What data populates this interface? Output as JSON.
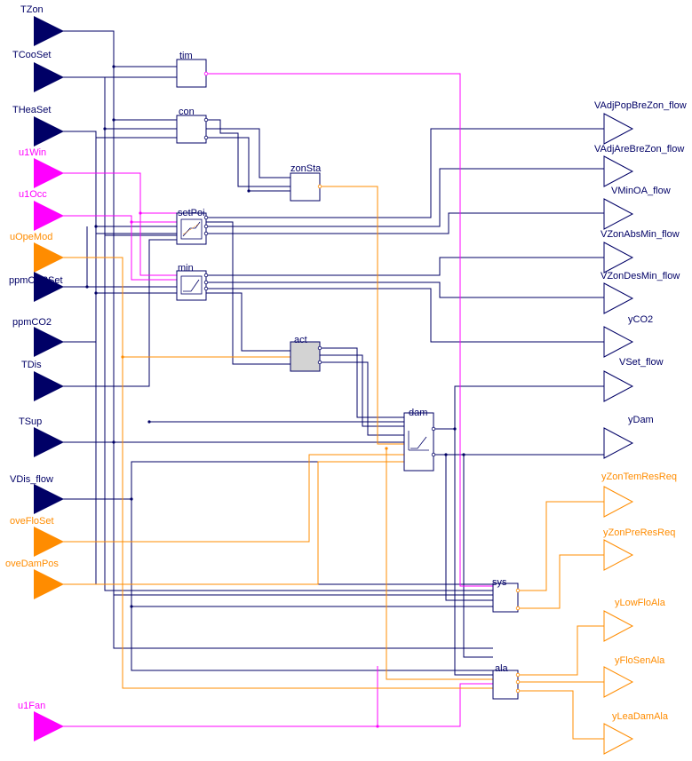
{
  "colors": {
    "navy": "#000066",
    "magenta": "#ff00ff",
    "orange": "#ff8c00",
    "block_fill": "#ffffff",
    "act_fill": "#d3d3d3"
  },
  "inputs": [
    {
      "id": "TZon",
      "label": "TZon",
      "type": "real"
    },
    {
      "id": "TCooSet",
      "label": "TCooSet",
      "type": "real"
    },
    {
      "id": "THeaSet",
      "label": "THeaSet",
      "type": "real"
    },
    {
      "id": "u1Win",
      "label": "u1Win",
      "type": "bool"
    },
    {
      "id": "u1Occ",
      "label": "u1Occ",
      "type": "bool"
    },
    {
      "id": "uOpeMod",
      "label": "uOpeMod",
      "type": "int"
    },
    {
      "id": "ppmCO2Set",
      "label": "ppmCO2Set",
      "type": "real"
    },
    {
      "id": "ppmCO2",
      "label": "ppmCO2",
      "type": "real"
    },
    {
      "id": "TDis",
      "label": "TDis",
      "type": "real"
    },
    {
      "id": "TSup",
      "label": "TSup",
      "type": "real"
    },
    {
      "id": "VDis_flow",
      "label": "VDis_flow",
      "type": "real"
    },
    {
      "id": "oveFloSet",
      "label": "oveFloSet",
      "type": "int"
    },
    {
      "id": "oveDamPos",
      "label": "oveDamPos",
      "type": "int"
    },
    {
      "id": "u1Fan",
      "label": "u1Fan",
      "type": "bool"
    }
  ],
  "outputs": [
    {
      "id": "VAdjPopBreZon_flow",
      "label": "VAdjPopBreZon_flow",
      "type": "real"
    },
    {
      "id": "VAdjAreBreZon_flow",
      "label": "VAdjAreBreZon_flow",
      "type": "real"
    },
    {
      "id": "VMinOA_flow",
      "label": "VMinOA_flow",
      "type": "real"
    },
    {
      "id": "VZonAbsMin_flow",
      "label": "VZonAbsMin_flow",
      "type": "real"
    },
    {
      "id": "VZonDesMin_flow",
      "label": "VZonDesMin_flow",
      "type": "real"
    },
    {
      "id": "yCO2",
      "label": "yCO2",
      "type": "real"
    },
    {
      "id": "VSet_flow",
      "label": "VSet_flow",
      "type": "real"
    },
    {
      "id": "yDam",
      "label": "yDam",
      "type": "real"
    },
    {
      "id": "yZonTemResReq",
      "label": "yZonTemResReq",
      "type": "int"
    },
    {
      "id": "yZonPreResReq",
      "label": "yZonPreResReq",
      "type": "int"
    },
    {
      "id": "yLowFloAla",
      "label": "yLowFloAla",
      "type": "int"
    },
    {
      "id": "yFloSenAla",
      "label": "yFloSenAla",
      "type": "int"
    },
    {
      "id": "yLeaDamAla",
      "label": "yLeaDamAla",
      "type": "int"
    }
  ],
  "blocks": [
    {
      "id": "tim",
      "label": "tim",
      "icon": "none"
    },
    {
      "id": "con",
      "label": "con",
      "icon": "none"
    },
    {
      "id": "zonSta",
      "label": "zonSta",
      "icon": "none"
    },
    {
      "id": "setPoi",
      "label": "setPoi",
      "icon": "setpoint-chart"
    },
    {
      "id": "min",
      "label": "min",
      "icon": "limit-chart"
    },
    {
      "id": "act",
      "label": "act",
      "icon": "none"
    },
    {
      "id": "dam",
      "label": "dam",
      "icon": "damper-chart"
    },
    {
      "id": "sys",
      "label": "sys",
      "icon": "none"
    },
    {
      "id": "ala",
      "label": "ala",
      "icon": "none"
    }
  ]
}
